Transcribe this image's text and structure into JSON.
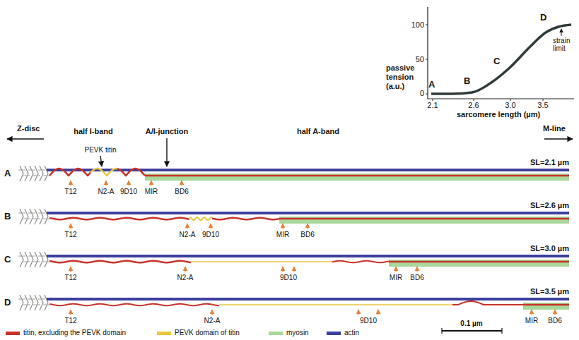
{
  "diagram": {
    "labels": [
      "passive tension (a.u.)",
      "100",
      "50",
      "0",
      "2.1",
      "2.6",
      "3.0",
      "3.5",
      "sarcomere length (µm)",
      "A",
      "B",
      "C",
      "D",
      "strain limit",
      "Z-disc",
      "half I-band",
      "A/I-junction",
      "half A-band",
      "M-line",
      "PEVK titin",
      "A",
      "SL=2.1 µm",
      "T12",
      "N2-A",
      "9D10",
      "MIR",
      "BD6",
      "B",
      "SL=2.6 µm",
      "T12",
      "N2-A",
      "9D10",
      "MIR",
      "BD6",
      "C",
      "SL=3.0 µm",
      "T12",
      "N2-A",
      "9D10",
      "MIR",
      "BD6",
      "D",
      "SL=3.5 µm",
      "T12",
      "N2-A",
      "9D10",
      "MIR",
      "BD6",
      "0.1 µm"
    ],
    "legend": [
      {
        "text": "titin, excluding the PEVK domain",
        "color": "#c8322a"
      },
      {
        "text": "PEVK domain of titin",
        "color": "#e8c640"
      },
      {
        "text": "myosin",
        "color": "#a8d89a"
      },
      {
        "text": "actin",
        "color": "#3b3f9e"
      }
    ]
  }
}
